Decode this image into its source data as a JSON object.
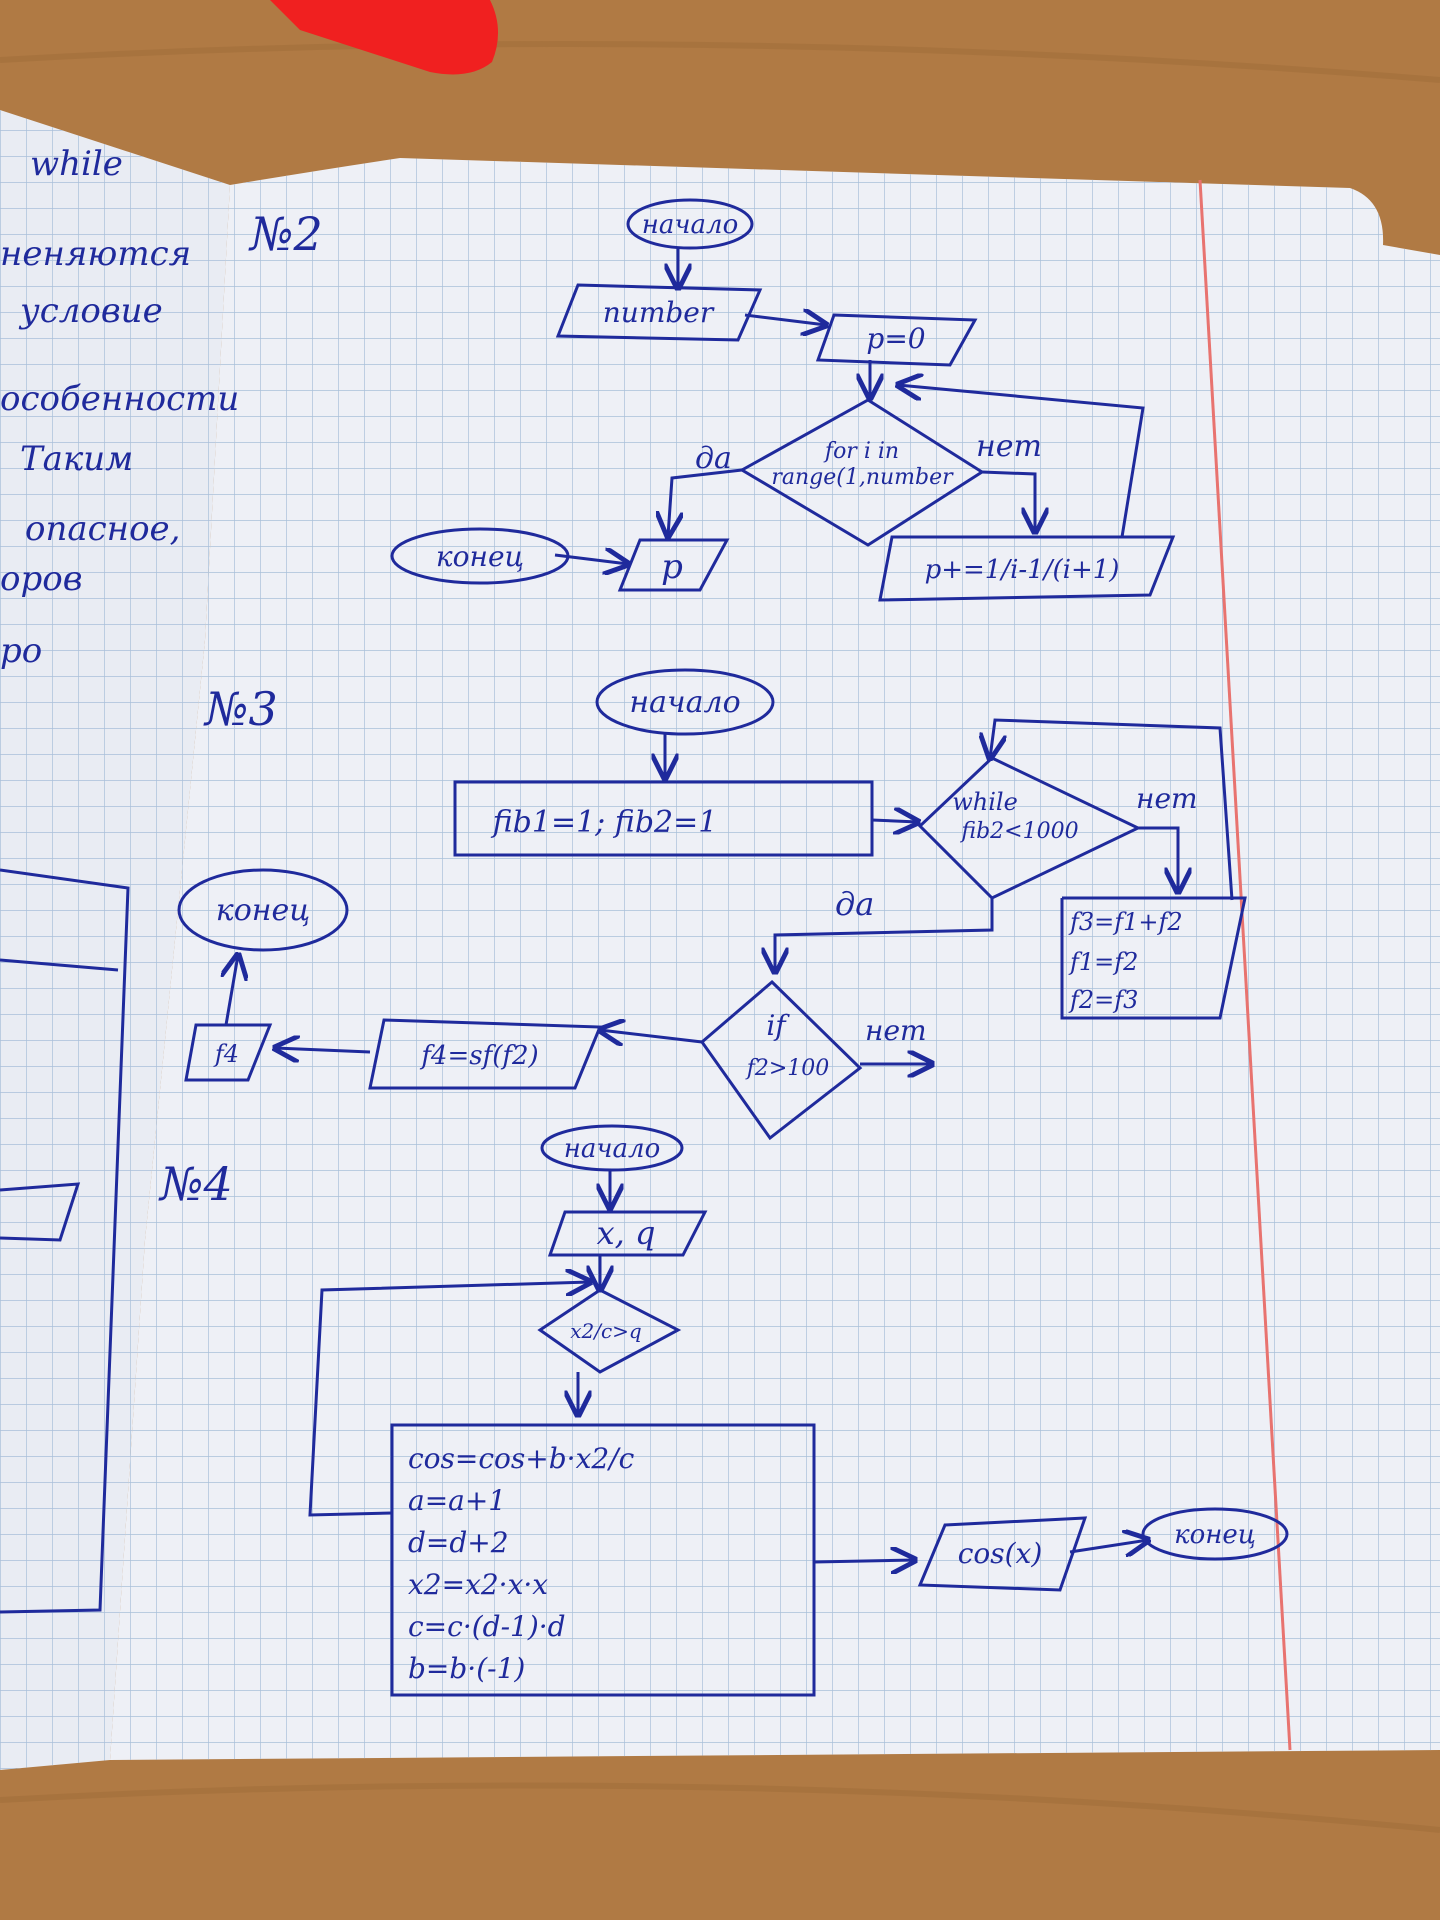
{
  "photo": {
    "ink_color": "#1f2a9c",
    "table_color": "#b07a44",
    "paper_color": "#eef0f6",
    "grid_color": "#a9bfd9",
    "margin_line_color": "#e8736f",
    "marker_cap_color": "#f02020"
  },
  "left_page": {
    "words": [
      "while",
      "неняются",
      "условие",
      "особенности",
      "Таким",
      "опасное,",
      "оров",
      "ро"
    ]
  },
  "task2": {
    "number": "№2",
    "start": "начало",
    "input": "number",
    "init": "p=0",
    "condition": [
      "for i in",
      "range(1,number"
    ],
    "yes": "да",
    "no": "нет",
    "body": "p+=1/i-1/(i+1)",
    "output": "p",
    "end": "конец"
  },
  "task3": {
    "number": "№3",
    "start": "начало",
    "init": "fib1=1; fib2=1",
    "loop_condition": [
      "while",
      "fib2<1000"
    ],
    "no": "нет",
    "loop_body": [
      "f3=f1+f2",
      "f1=f2",
      "f2=f3"
    ],
    "yes": "да",
    "if_condition": [
      "if",
      "f2>100"
    ],
    "if_no": "нет",
    "assign": "f4=sf(f2)",
    "output": "f4",
    "end": "конец"
  },
  "task4": {
    "number": "№4",
    "start": "начало",
    "input": "x, q",
    "condition": "x2/c>q",
    "body": [
      "cos=cos+b·x2/c",
      "a=a+1",
      "d=d+2",
      "x2=x2·x·x",
      "c=c·(d-1)·d",
      "b=b·(-1)"
    ],
    "output": "cos(x)",
    "end": "конец"
  }
}
